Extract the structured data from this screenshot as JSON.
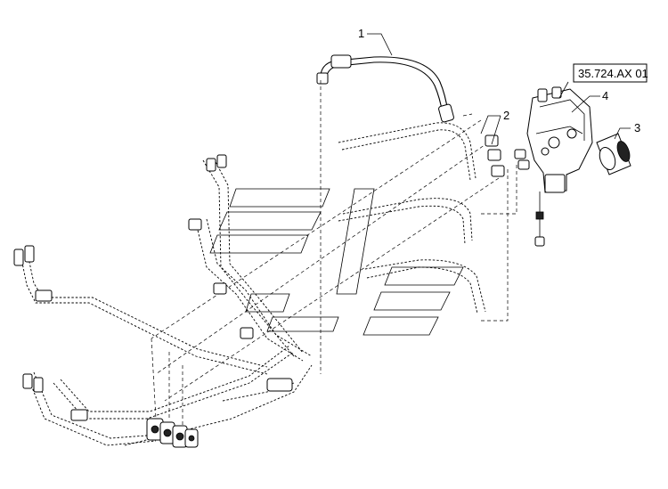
{
  "callouts": {
    "item1": "1",
    "item2": "2",
    "item3": "3",
    "item4": "4"
  },
  "reference": {
    "label": "35.724.AX 01"
  }
}
